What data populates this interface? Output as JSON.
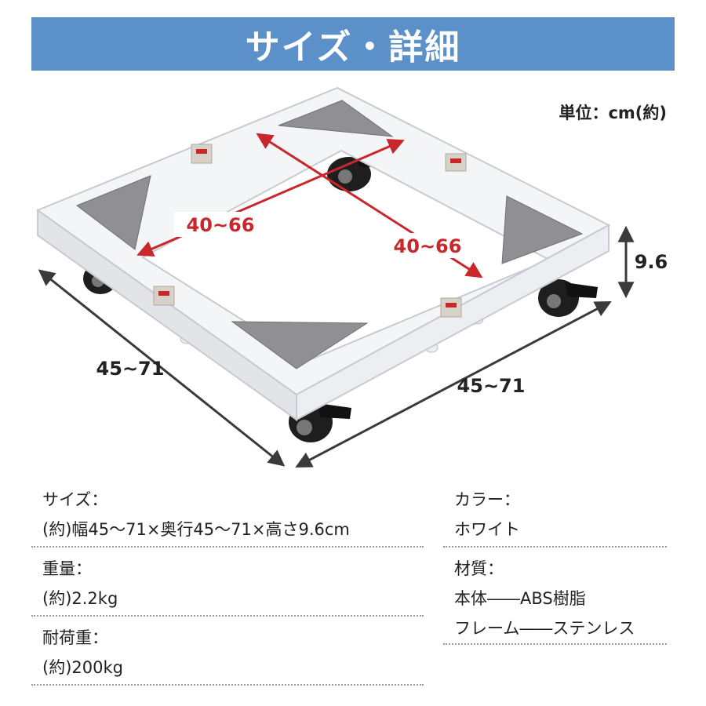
{
  "banner": {
    "title": "サイズ・詳細"
  },
  "unit_label": "単位：cm(約)",
  "dimensions": {
    "inner_width": "40~66",
    "inner_depth": "40~66",
    "outer_left": "45~71",
    "outer_right": "45~71",
    "height": "9.6"
  },
  "specs_left": [
    {
      "label": "サイズ：",
      "lines": [
        "(約)幅45～71×奥行45～71×高さ9.6cm"
      ]
    },
    {
      "label": "重量：",
      "lines": [
        "(約)2.2kg"
      ]
    },
    {
      "label": "耐荷重：",
      "lines": [
        "(約)200kg"
      ]
    }
  ],
  "specs_right": [
    {
      "label": "カラー：",
      "lines": [
        "ホワイト"
      ]
    },
    {
      "label": "材質：",
      "lines": [
        "本体――ABS樹脂",
        "フレーム――ステンレス"
      ]
    }
  ],
  "colors": {
    "banner": "#5b91c8",
    "arrow_red": "#c8272b",
    "frame": "#f4f5f7",
    "pad": "#8f8f94"
  }
}
